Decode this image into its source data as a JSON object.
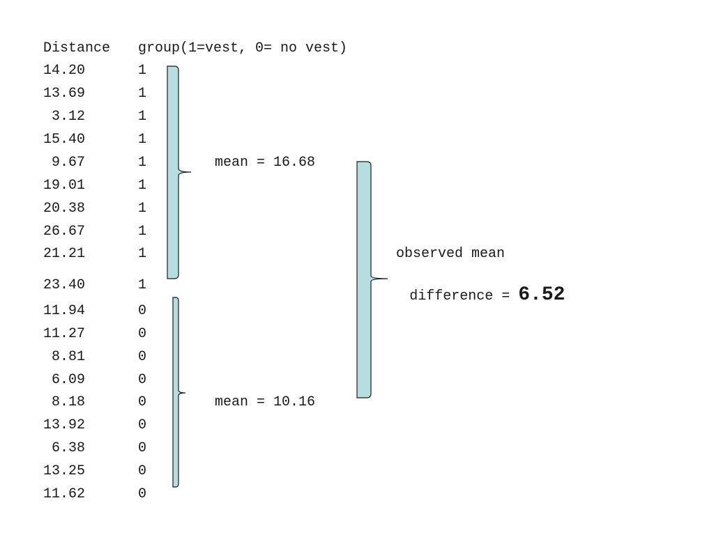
{
  "header": {
    "distance": "Distance",
    "group": "group(1=vest, 0= no vest)"
  },
  "rows": [
    {
      "distance": "14.20",
      "group": "1"
    },
    {
      "distance": "13.69",
      "group": "1"
    },
    {
      "distance": " 3.12",
      "group": "1"
    },
    {
      "distance": "15.40",
      "group": "1"
    },
    {
      "distance": " 9.67",
      "group": "1"
    },
    {
      "distance": "19.01",
      "group": "1"
    },
    {
      "distance": "20.38",
      "group": "1"
    },
    {
      "distance": "26.67",
      "group": "1"
    },
    {
      "distance": "21.21",
      "group": "1"
    },
    {
      "distance": "23.40",
      "group": "1"
    },
    {
      "distance": "11.94",
      "group": "0"
    },
    {
      "distance": "11.27",
      "group": "0"
    },
    {
      "distance": " 8.81",
      "group": "0"
    },
    {
      "distance": " 6.09",
      "group": "0"
    },
    {
      "distance": " 8.18",
      "group": "0"
    },
    {
      "distance": "13.92",
      "group": "0"
    },
    {
      "distance": " 6.38",
      "group": "0"
    },
    {
      "distance": "13.25",
      "group": "0"
    },
    {
      "distance": "11.62",
      "group": "0"
    }
  ],
  "vest_mean_label": "mean = 16.68",
  "novest_mean_label": "mean = 10.16",
  "difference": {
    "line1": "observed mean",
    "line2": "difference = ",
    "value": "6.52"
  },
  "colors": {
    "bracket_fill": "#b8dde1",
    "bracket_stroke": "#1a1a1a"
  }
}
